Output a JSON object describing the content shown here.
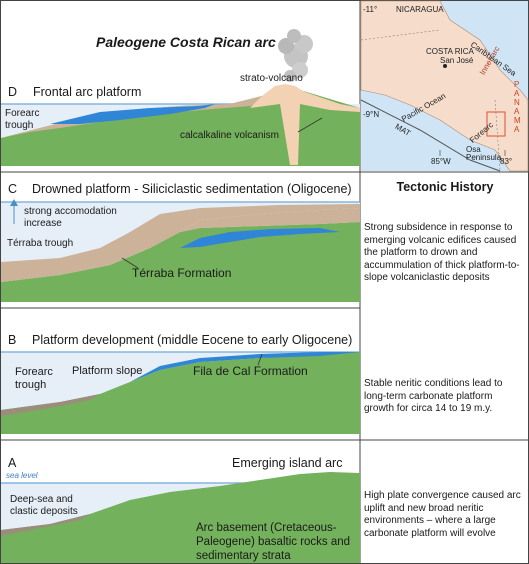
{
  "main_title": "Paleogene Costa Rican arc",
  "stages": {
    "d": {
      "letter": "D",
      "title": "Frontal arc platform",
      "forearc_trough": "Forearc trough",
      "strato_volcano": "strato-volcano",
      "calcalkaline": "calcalkaline volcanism"
    },
    "c": {
      "letter": "C",
      "title": "Drowned platform - Siliciclastic sedimentation (Oligocene)",
      "accommodation": "strong accomodation increase",
      "trough": "Térraba trough",
      "formation": "Térraba Formation"
    },
    "b": {
      "letter": "B",
      "title": "Platform development (middle Eocene to early Oligocene)",
      "forearc_trough": "Forearc trough",
      "platform_slope": "Platform slope",
      "formation": "Fila de Cal Formation"
    },
    "a": {
      "letter": "A",
      "title": "Emerging island arc",
      "sea_level": "sea level",
      "deep_sea": "Deep-sea and clastic deposits",
      "basement": "Arc basement (Cretaceous-Paleogene) basaltic rocks and sedimentary strata"
    }
  },
  "map": {
    "lat_11": "-11°",
    "lat_9": "-9°N",
    "lon_85": "85°W",
    "lon_83": "83°",
    "nicaragua": "NICARAGUA",
    "caribbean": "Caribbean Sea",
    "costa_rica": "COSTA RICA",
    "san_jose": "San José",
    "panama": "PANAMA",
    "pacific": "Pacific Ocean",
    "inner_arc": "Inner arc",
    "forearc": "Forearc",
    "mat": "MAT",
    "osa": "Osa Peninsula"
  },
  "history": {
    "heading": "Tectonic History",
    "c": "Strong subsidence in response to emerging volcanic edifices caused the platform to drown and accummulation of thick platform-to-slope volcaniclastic deposits",
    "b": "Stable neritic conditions lead to long-term carbonate platform growth for circa 14 to 19 m.y.",
    "a": "High plate convergence caused arc uplift and new broad neritic environments – where a large carbonate platform will evolve"
  },
  "colors": {
    "sea": "#e6eff8",
    "basement": "#74b15c",
    "carbonate": "#2f86d6",
    "siliciclastic": "#cdb29a",
    "volcano": "#f3d2b3",
    "sea_line": "#6fa8d8",
    "map_land": "#f5dccb",
    "map_sea": "#cfe5f5"
  }
}
